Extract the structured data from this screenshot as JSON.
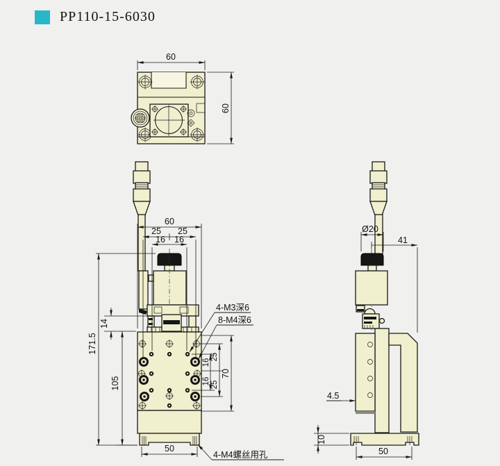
{
  "header": {
    "title": "PP110-15-6030"
  },
  "colors": {
    "accent": "#27b7c8",
    "body_fill": "#f0efce",
    "line": "#1a1a1a"
  },
  "top_view": {
    "dim_width": "60",
    "dim_depth": "60"
  },
  "front_view": {
    "dim_width": "60",
    "dim_25_left": "25",
    "dim_25_right": "25",
    "dim_16_left": "16",
    "dim_16_right": "16",
    "dim_height_total": "171.5",
    "dim_14": "14",
    "dim_105": "105",
    "dim_50": "50",
    "dim_r16_top": "16",
    "dim_r25_top": "25",
    "dim_r16_bottom": "16",
    "dim_r25_bottom": "25",
    "dim_70": "70",
    "label_m3_holes": "4-M3深6",
    "label_m4_holes": "8-M4深6",
    "label_base_holes": "4-M4螺丝用孔"
  },
  "side_view": {
    "dim_knob_diameter": "Ø20",
    "dim_41": "41",
    "dim_4_5": "4.5",
    "dim_10": "10",
    "dim_50": "50"
  }
}
